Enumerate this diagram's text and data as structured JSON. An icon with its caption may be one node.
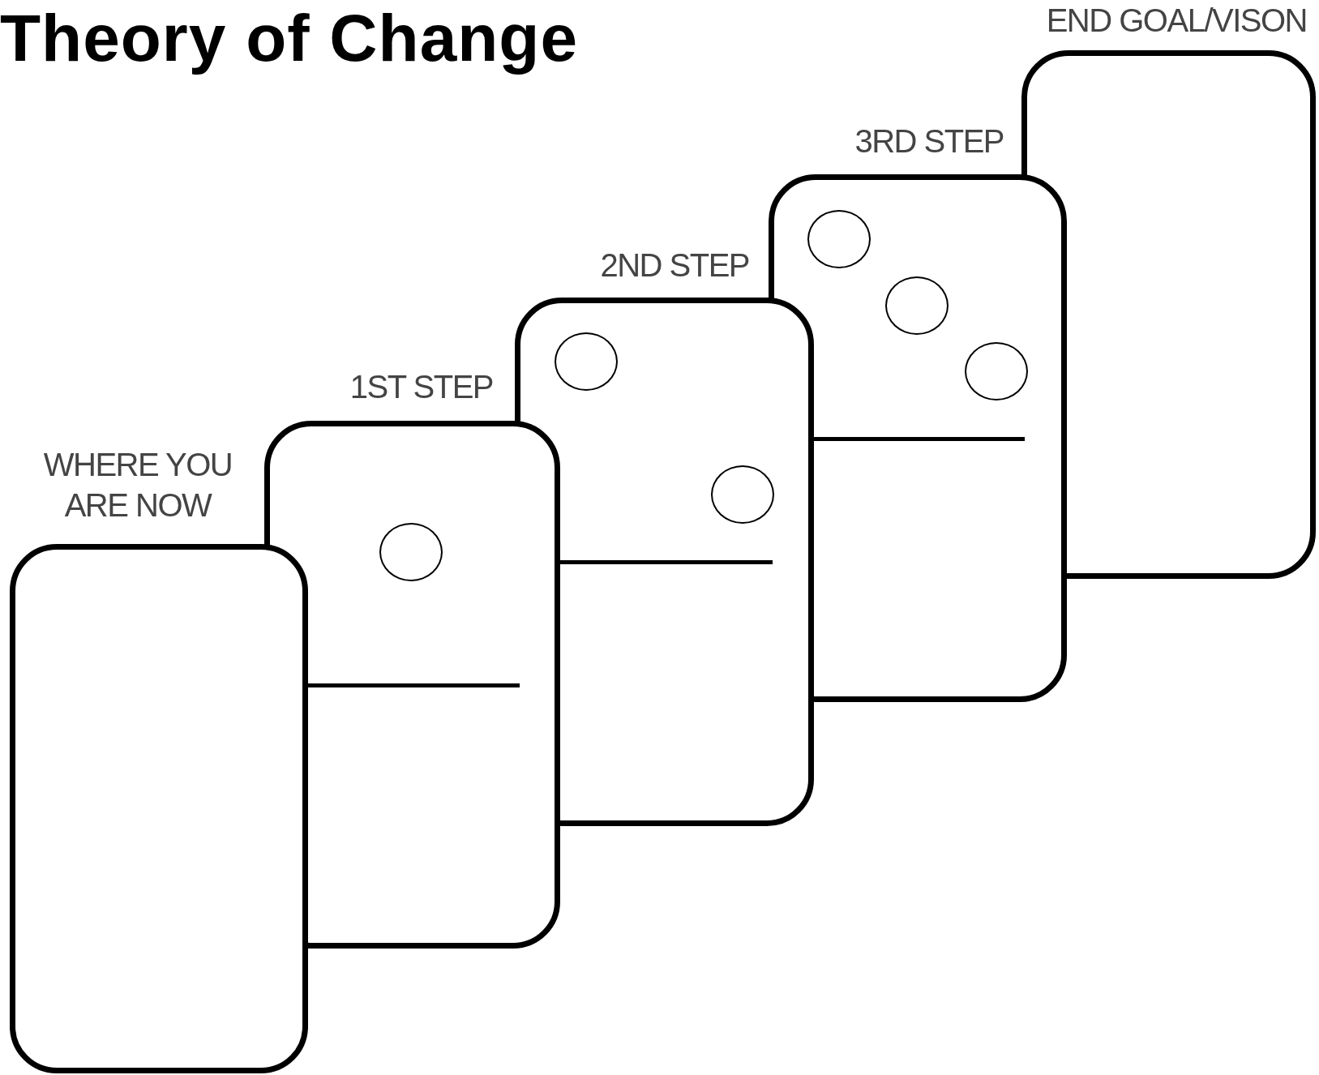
{
  "diagram": {
    "title": "Theory of Change",
    "nodes": [
      {
        "text": [
          "WHERE YOU ARE NOW"
        ]
      },
      {
        "text": [
          "1ST STEP"
        ]
      },
      {
        "text": [],
        "shape": "circle",
        "in": 1
      },
      {
        "text": [
          "2ND STEP"
        ]
      },
      {
        "text": [],
        "shape": "circle",
        "in": 3
      },
      {
        "text": [],
        "shape": "circle",
        "in": 3
      },
      {
        "text": [
          "3RD STEP"
        ]
      },
      {
        "text": [],
        "shape": "circle",
        "in": 6
      },
      {
        "text": [],
        "shape": "circle",
        "in": 6
      },
      {
        "text": [],
        "shape": "circle",
        "in": 6
      },
      {
        "text": [
          "END GOAL/VISON"
        ]
      }
    ]
  }
}
